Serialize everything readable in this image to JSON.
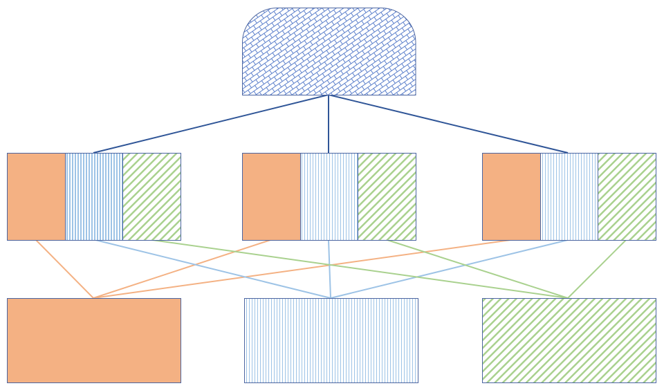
{
  "colors": {
    "orange": "#F4B183",
    "blue": "#9DC3E6",
    "blue_dark_stripe": "#8FB6E0",
    "green": "#A9D18E",
    "outline": "#4A64A0",
    "connector": "#2F5597",
    "brick": "#5B7FCB"
  },
  "structure": {
    "root": "brick-pattern",
    "groups": [
      [
        "orange",
        "blue-stripes",
        "green-diagonal"
      ],
      [
        "orange",
        "blue-stripes",
        "green-diagonal"
      ],
      [
        "orange",
        "blue-stripes",
        "green-diagonal"
      ]
    ],
    "outputs": [
      "orange",
      "blue-stripes",
      "green-diagonal"
    ]
  }
}
